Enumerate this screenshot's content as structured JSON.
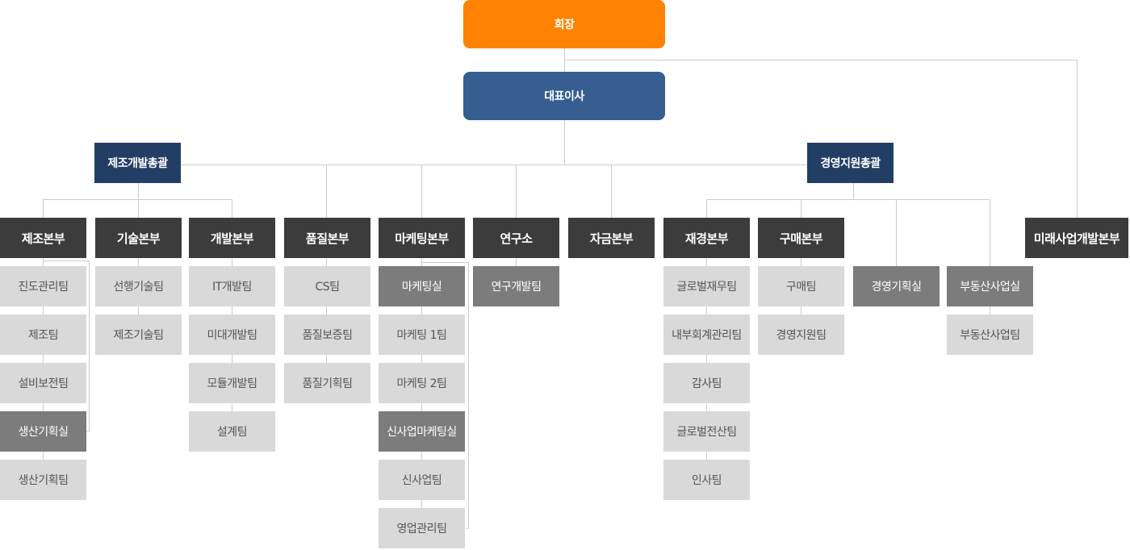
{
  "colors": {
    "ceo": "#ff8200",
    "president": "#365e91",
    "general": "#233e64",
    "division": "#3c3c3c",
    "sub_unit": "#7c7c7c",
    "team": "#d9d9d9",
    "line": "#cccccc"
  },
  "ceo": {
    "label": "회장"
  },
  "president": {
    "label": "대표이사"
  },
  "general_mfg_dev": {
    "label": "제조개발총괄"
  },
  "general_mgmt_support": {
    "label": "경영지원총괄"
  },
  "divisions": {
    "manufacturing": {
      "label": "제조본부",
      "teams": [
        "진도관리팀",
        "제조팀",
        "설비보전팀"
      ],
      "sub_unit": {
        "label": "생산기획실",
        "teams": [
          "생산기획팀"
        ]
      }
    },
    "technology": {
      "label": "기술본부",
      "teams": [
        "선행기술팀",
        "제조기술팀"
      ]
    },
    "development": {
      "label": "개발본부",
      "teams": [
        "IT개발팀",
        "미대개발팀",
        "모듈개발팀",
        "설계팀"
      ]
    },
    "quality": {
      "label": "품질본부",
      "teams": [
        "CS팀",
        "품질보증팀",
        "품질기획팀"
      ]
    },
    "marketing": {
      "label": "마케팅본부",
      "units": [
        {
          "label": "마케팅실",
          "teams": [
            "마케팅 1팀",
            "마케팅 2팀"
          ]
        },
        {
          "label": "신사업마케팅실",
          "teams": [
            "신사업팀",
            "영업관리팀"
          ]
        }
      ]
    },
    "research": {
      "label": "연구소",
      "sub_label": "연구개발팀"
    },
    "finance": {
      "label": "자금본부"
    },
    "fin_acct": {
      "label": "재경본부",
      "teams": [
        "글로벌재무팀",
        "내부회계관리팀",
        "감사팀",
        "글로벌전산팀",
        "인사팀"
      ]
    },
    "purchasing": {
      "label": "구매본부",
      "teams": [
        "구매팀",
        "경영지원팀"
      ]
    },
    "mgmt_planning": {
      "label": "경영기획실"
    },
    "real_estate": {
      "label": "부동산사업실",
      "teams": [
        "부동산사업팀"
      ]
    },
    "future_biz": {
      "label": "미래사업개발본부"
    }
  }
}
